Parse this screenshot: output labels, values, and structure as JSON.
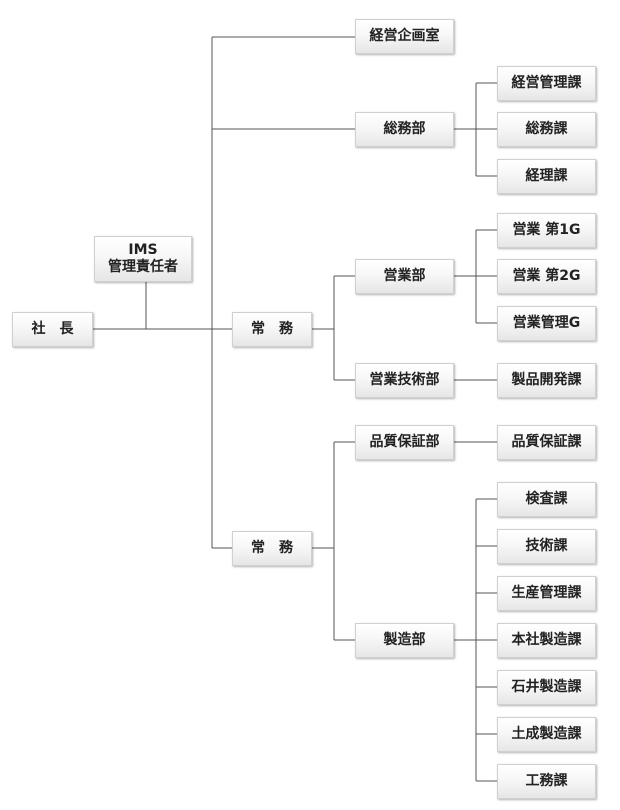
{
  "org": {
    "president": "社　長",
    "ims_manager": "IMS\n管理責任者",
    "director_1": "常　務",
    "director_2": "常　務",
    "planning_office": "経営企画室",
    "general_affairs_dept": "総務部",
    "management_section": "経営管理課",
    "general_affairs_section": "総務課",
    "accounting_section": "経理課",
    "sales_dept": "営業部",
    "sales_group_1": "営業 第1G",
    "sales_group_2": "営業 第2G",
    "sales_management_group": "営業管理G",
    "sales_engineering_dept": "営業技術部",
    "product_development_section": "製品開発課",
    "quality_assurance_dept": "品質保証部",
    "quality_assurance_section": "品質保証課",
    "manufacturing_dept": "製造部",
    "inspection_section": "検査課",
    "engineering_section": "技術課",
    "production_control_section": "生産管理課",
    "head_office_mfg_section": "本社製造課",
    "ishii_mfg_section": "石井製造課",
    "donari_mfg_section": "土成製造課",
    "maintenance_section": "工務課"
  }
}
